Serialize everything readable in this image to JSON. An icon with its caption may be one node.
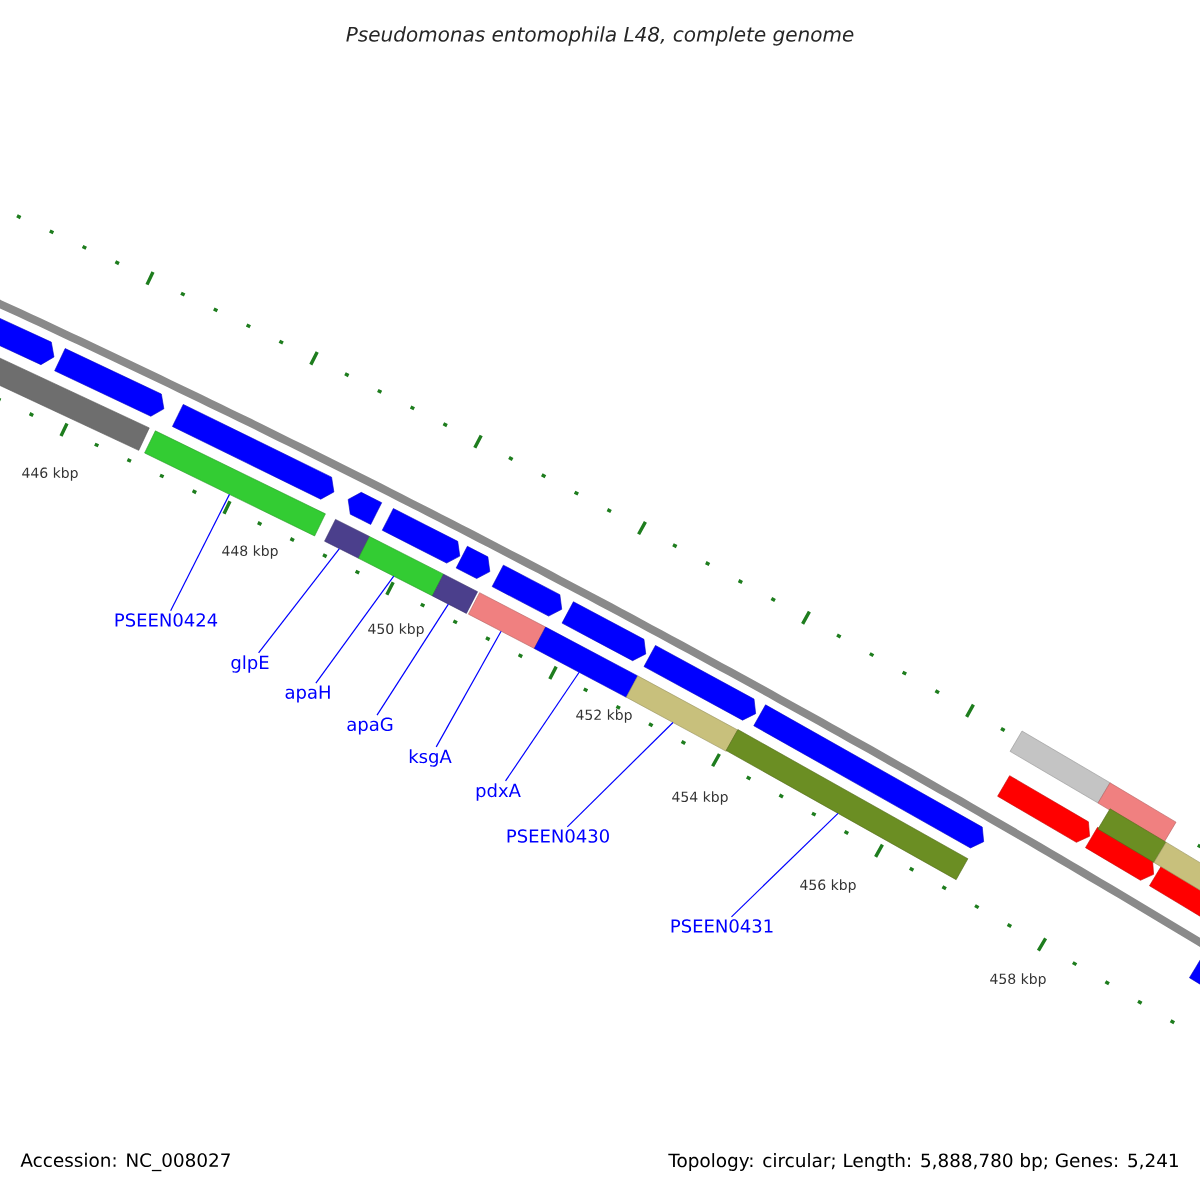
{
  "diagram": {
    "title": "Pseudomonas entomophila L48, complete genome",
    "nodes": [
      {
        "text": [
          "PSEEN0424"
        ]
      },
      {
        "text": [
          "glpE"
        ]
      },
      {
        "text": [
          "apaH"
        ]
      },
      {
        "text": [
          "apaG"
        ]
      },
      {
        "text": [
          "ksgA"
        ]
      },
      {
        "text": [
          "pdxA"
        ]
      },
      {
        "text": [
          "PSEEN0430"
        ]
      },
      {
        "text": [
          "PSEEN0431"
        ]
      },
      {
        "text": [],
        "shape": "pentagon"
      },
      {
        "text": [],
        "shape": "bar"
      },
      {
        "text": [],
        "shape": "pentagon"
      },
      {
        "text": [],
        "shape": "bar"
      },
      {
        "text": [],
        "shape": "pentagon"
      },
      {
        "text": [],
        "shape": "bar"
      },
      {
        "text": [],
        "shape": "pentagon"
      },
      {
        "text": [],
        "shape": "bar"
      },
      {
        "text": [],
        "shape": "pentagon"
      },
      {
        "text": [],
        "shape": "bar"
      },
      {
        "text": [],
        "shape": "pentagon"
      },
      {
        "text": [],
        "shape": "bar"
      },
      {
        "text": [],
        "shape": "pentagon"
      },
      {
        "text": [],
        "shape": "bar"
      },
      {
        "text": [],
        "shape": "pentagon"
      },
      {
        "text": [],
        "shape": "bar"
      },
      {
        "text": [],
        "shape": "pentagon"
      },
      {
        "text": [],
        "shape": "bar"
      },
      {
        "text": [],
        "shape": "pentagon"
      },
      {
        "text": [],
        "shape": "pentagon"
      },
      {
        "text": [],
        "shape": "bar"
      },
      {
        "text": [],
        "shape": "pentagon"
      },
      {
        "text": [],
        "shape": "bar"
      },
      {
        "text": [],
        "shape": "bar"
      },
      {
        "text": [],
        "shape": "pentagon"
      },
      {
        "text": [],
        "shape": "bar"
      },
      {
        "text": [],
        "shape": "pentagon"
      }
    ],
    "edges": [
      {
        "from": 0,
        "to": 11,
        "arrow": "none"
      },
      {
        "from": 1,
        "to": 13,
        "arrow": "none"
      },
      {
        "from": 2,
        "to": 15,
        "arrow": "none"
      },
      {
        "from": 3,
        "to": 17,
        "arrow": "none"
      },
      {
        "from": 4,
        "to": 19,
        "arrow": "none"
      },
      {
        "from": 5,
        "to": 21,
        "arrow": "none"
      },
      {
        "from": 6,
        "to": 23,
        "arrow": "none"
      },
      {
        "from": 7,
        "to": 25,
        "arrow": "none"
      }
    ],
    "labels": [
      "446 kbp",
      "448 kbp",
      "450 kbp",
      "452 kbp",
      "454 kbp",
      "456 kbp",
      "458 kbp",
      "Accession: NC_008027",
      "Topology: circular; Length: 5,888,780 bp; Genes: 5,241"
    ]
  }
}
